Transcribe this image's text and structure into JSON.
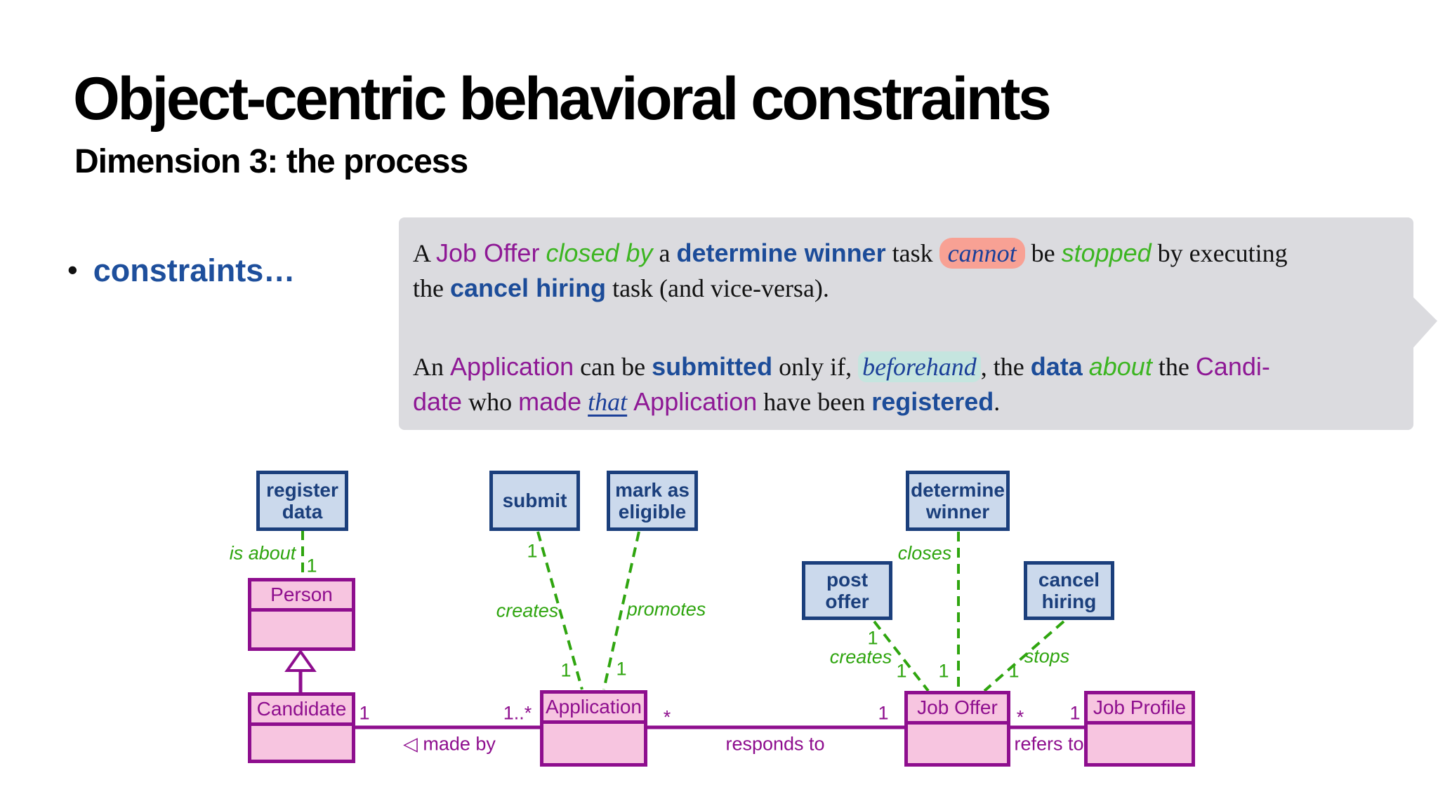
{
  "slide": {
    "title": "Object-centric behavioral constraints",
    "subtitle": "Dimension 3: the process",
    "bullet_marker": "•",
    "bullet": "constraints…"
  },
  "bubble": {
    "p1": {
      "a": "A ",
      "job_offer": "Job Offer",
      "sp1": " ",
      "closed_by": "closed by",
      "a2": " a ",
      "determine_winner": "determine winner",
      "task": " task ",
      "cannot": "cannot",
      "be": " be ",
      "stopped": "stopped",
      "by_executing": " by executing",
      "the": "the ",
      "cancel_hiring": "cancel hiring",
      "task_vice": " task (and vice-versa)."
    },
    "p2": {
      "an": "An ",
      "application": "Application",
      "can_be": " can be ",
      "submitted": "submitted",
      "only_if": " only if, ",
      "beforehand": "beforehand",
      "comma_the": ", the ",
      "data": "data",
      "sp1": " ",
      "about": "about",
      "the2": " the ",
      "candi": "Candi-",
      "date": "date",
      "who": " who ",
      "made": "made",
      "sp2": " ",
      "that": "that",
      "sp3": " ",
      "application2": "Application",
      "have_been": " have been ",
      "registered": "registered",
      "period": "."
    }
  },
  "diagram": {
    "tasks": {
      "register_data": "register\ndata",
      "submit": "submit",
      "mark_as_eligible": "mark as\neligible",
      "determine_winner": "determine\nwinner",
      "post_offer": "post\noffer",
      "cancel_hiring": "cancel\nhiring"
    },
    "classes": {
      "person": "Person",
      "candidate": "Candidate",
      "application": "Application",
      "job_offer": "Job Offer",
      "job_profile": "Job Profile"
    },
    "labels": {
      "is_about": "is about",
      "creates_app": "creates",
      "promotes": "promotes",
      "closes": "closes",
      "creates_offer": "creates",
      "stops": "stops",
      "made_by": "◁ made by",
      "responds_to": "responds to",
      "refers_to": "refers to"
    },
    "mult": {
      "person_is_about_1": "1",
      "submit_source_1": "1",
      "app_creates_1": "1",
      "app_promotes_1": "1",
      "post_source_1": "1",
      "joboffer_creates_1": "1",
      "joboffer_closes_1": "1",
      "joboffer_stops_1": "1",
      "candidate_1": "1",
      "application_1_star": "1..*",
      "application_star": "*",
      "joboffer_left_1": "1",
      "joboffer_star": "*",
      "jobprofile_1": "1"
    }
  },
  "colors": {
    "bubble_bg": "#DBDBDF",
    "highlight_red": "#F8A194",
    "highlight_teal": "#C5E5DF",
    "text_purple": "#8E1895",
    "text_green": "#3CB521",
    "text_navy_bold": "#1C4C99",
    "bullet_blue": "#1E4F9C",
    "task_fill": "#CBD9EC",
    "task_border": "#1B3F7C",
    "class_fill": "#F7C5E0",
    "class_border": "#8E0E8E",
    "diagram_green": "#2FA50F"
  }
}
